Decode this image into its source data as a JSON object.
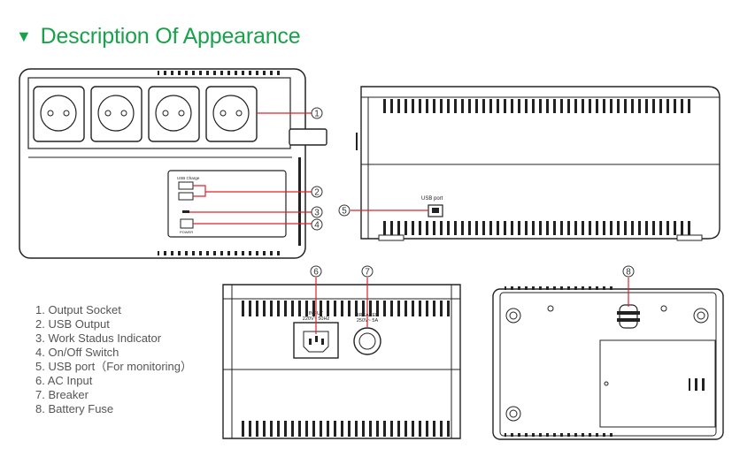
{
  "heading": {
    "icon": "triangle-down-icon",
    "text": "Description Of Appearance"
  },
  "colors": {
    "heading": "#1aa24a",
    "callout": "#e0202a",
    "outline": "#222222"
  },
  "callout_numbers": [
    "1",
    "2",
    "3",
    "4",
    "5",
    "6",
    "7",
    "8"
  ],
  "front_panel": {
    "usb_label": "USB Charge",
    "power_label": "POWER"
  },
  "side_view": {
    "usb_port_label": "USB port"
  },
  "rear_view": {
    "input_label": "INPUT",
    "input_rating": "220V~ 50Hz",
    "breaker_label": "BREAKER",
    "breaker_rating": "250V~ 5A"
  },
  "legend": [
    "1. Output Socket",
    "2. USB Output",
    "3. Work Stadus Indicator",
    "4. On/Off Switch",
    "5. USB port（For monitoring）",
    "6. AC Input",
    "7. Breaker",
    "8. Battery Fuse"
  ]
}
